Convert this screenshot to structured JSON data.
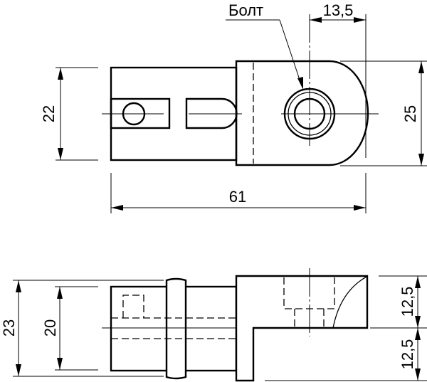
{
  "drawing": {
    "type": "technical-drawing",
    "top_view": {
      "label_leader": "Болт",
      "dimensions": {
        "height_left": "22",
        "height_right": "25",
        "offset_top": "13,5",
        "length_bottom": "61"
      }
    },
    "front_view": {
      "dimensions": {
        "outer_height": "23",
        "inner_height": "20",
        "upper_right": "12,5",
        "lower_right": "12,5"
      }
    },
    "colors": {
      "line": "#000000",
      "background": "#ffffff"
    }
  }
}
